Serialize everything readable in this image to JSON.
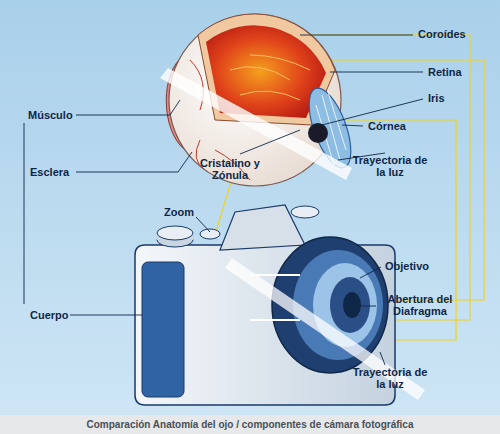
{
  "diagram": {
    "caption": "Comparación Anatomía del ojo / componentes de cámara fotográfica",
    "labels": [
      "Coroídes",
      "Retina",
      "Iris",
      "Músculo",
      "Córnea",
      "Esclera",
      "Cristalino y Zónula",
      "Trayectoria de la luz",
      "Zoom",
      "Objetivo",
      "Cuerpo",
      "Abertura del Diafragma",
      "Trayectoria de la luz"
    ]
  }
}
